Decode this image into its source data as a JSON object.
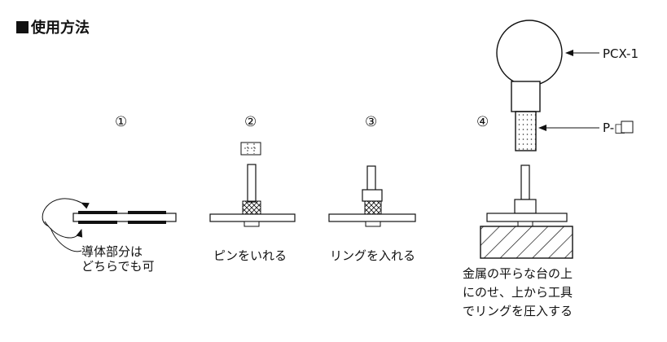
{
  "heading": "使用方法",
  "steps": [
    {
      "num": "①",
      "caption": "導体部分は\nどちらでも可"
    },
    {
      "num": "②",
      "caption": "ピンをいれる"
    },
    {
      "num": "③",
      "caption": "リングを入れる"
    },
    {
      "num": "④",
      "caption": "金属の平らな台の上\nにのせ、上から工具\nでリングを圧入する"
    }
  ],
  "labels": {
    "tool": "PCX-1",
    "part": "P-□"
  },
  "colors": {
    "line": "#111111",
    "background": "#ffffff"
  }
}
